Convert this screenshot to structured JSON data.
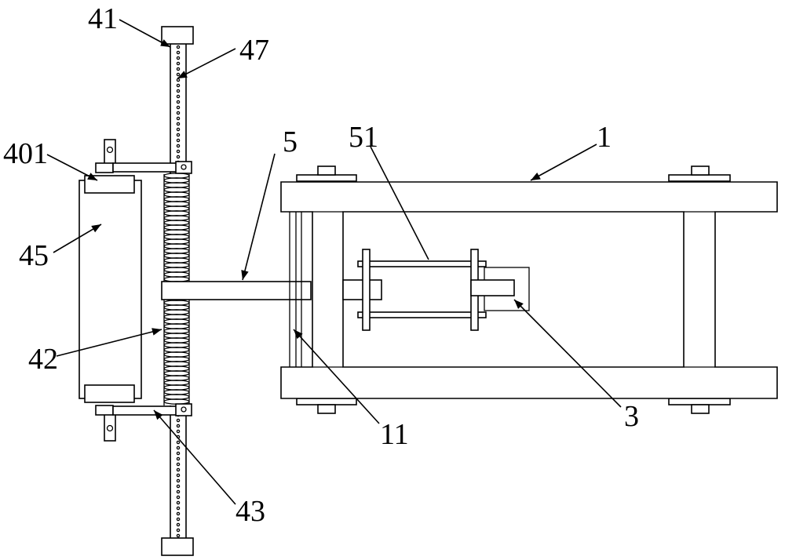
{
  "labels": {
    "l41": "41",
    "l47": "47",
    "l401": "401",
    "l45": "45",
    "l42": "42",
    "l43": "43",
    "l5": "5",
    "l51": "51",
    "l1": "1",
    "l3": "3",
    "l11": "11"
  },
  "colors": {
    "line": "#000000",
    "background": "#ffffff"
  }
}
